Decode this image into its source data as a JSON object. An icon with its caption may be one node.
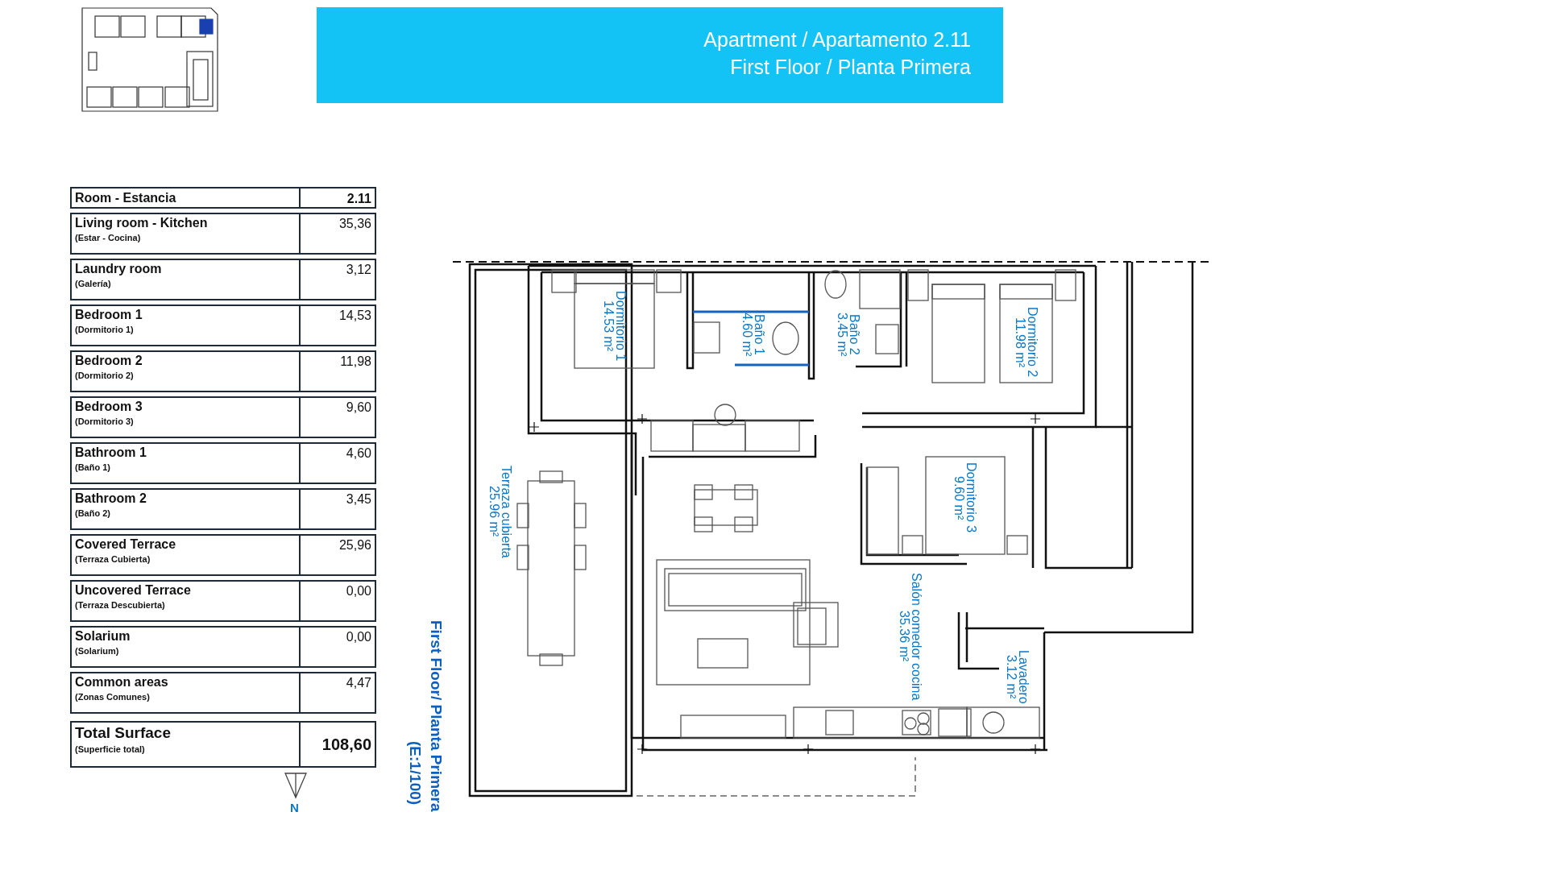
{
  "diagram": {
    "title": "Apartment / Apartamento 2.11",
    "nodes": [
      {
        "text": [
          "Dormitorio 1",
          "14.53 m²"
        ]
      },
      {
        "text": [
          "Baño 1",
          "4.60 m²"
        ]
      },
      {
        "text": [
          "Baño 2",
          "3.45 m²"
        ]
      },
      {
        "text": [
          "Dormitorio 2",
          "11.98 m²"
        ]
      },
      {
        "text": [
          "Terraza cubierta",
          "25.96 m²"
        ]
      },
      {
        "text": [
          "Dormitorio 3",
          "9.60 m²"
        ]
      },
      {
        "text": [
          "Salón comedor cocina",
          "35.36 m²"
        ]
      },
      {
        "text": [
          "Lavadero",
          "3.12 m²"
        ]
      }
    ],
    "labels": [
      "First Floor / Planta Primera",
      "Room - Estancia",
      "2.11",
      "Living room - Kitchen",
      "(Estar - Cocina)",
      "35,36",
      "Laundry room",
      "(Galería)",
      "3,12",
      "Bedroom 1",
      "(Dormitorio 1)",
      "14,53",
      "Bedroom 2",
      "(Dormitorio 2)",
      "11,98",
      "Bedroom 3",
      "(Dormitorio 3)",
      "9,60",
      "Bathroom 1",
      "(Baño 1)",
      "4,60",
      "Bathroom 2",
      "(Baño 2)",
      "3,45",
      "Covered Terrace",
      "(Terraza Cubierta)",
      "25,96",
      "Uncovered Terrace",
      "(Terraza Descubierta)",
      "0,00",
      "Solarium",
      "(Solarium)",
      "0,00",
      "Common areas",
      "(Zonas Comunes)",
      "4,47",
      "Total Surface",
      "(Superficie total)",
      "108,60",
      "First Floor/ Planta Primera",
      "(E:1/100)",
      "N"
    ]
  }
}
